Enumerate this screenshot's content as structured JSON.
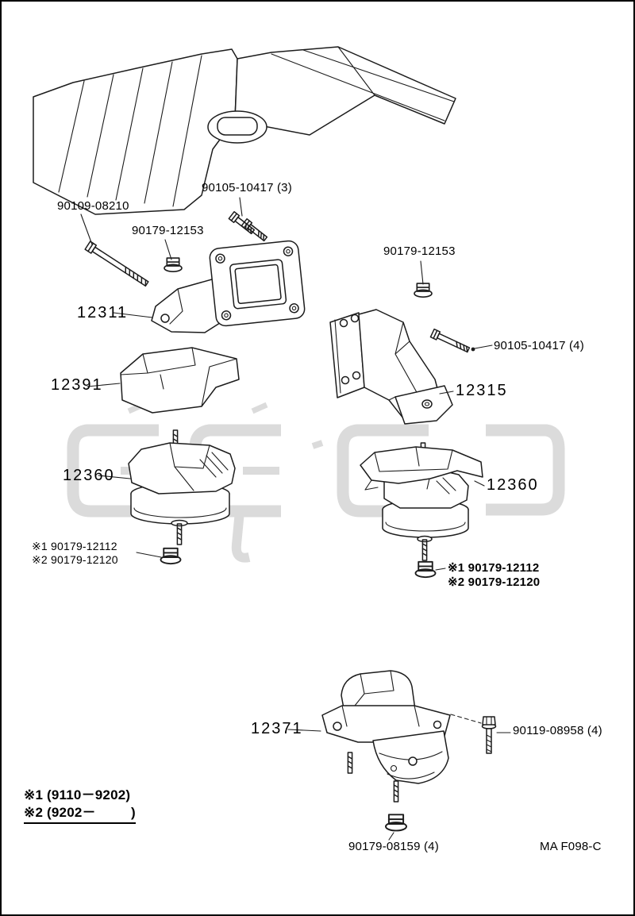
{
  "page": {
    "footer_code": "MA F098-C"
  },
  "legend": {
    "note1": "※1 (9110－9202)",
    "note2": "※2 (9202－         )"
  },
  "labels": {
    "bolt_cover": "90105-10417 (3)",
    "bolt_long": "90109-08210",
    "nut_bracket_left": "90179-12153",
    "part_12311": "12311",
    "nut_bracket_right": "90179-12153",
    "bolt_bracket_right": "90105-10417 (4)",
    "part_12315": "12315",
    "part_12391": "12391",
    "part_12360_left": "12360",
    "part_12360_right": "12360",
    "nut_left_alt1": "※1 90179-12112",
    "nut_left_alt2": "※2 90179-12120",
    "nut_right_alt1": "※1 90179-12112",
    "nut_right_alt2": "※2 90179-12120",
    "part_12371": "12371",
    "bolt_rear": "90119-08958 (4)",
    "nut_rear": "90179-08159 (4)"
  },
  "icons": {
    "watermark": "distributor-logo-watermark"
  },
  "colors": {
    "ink": "#1c1c1c",
    "watermark": "#dbdbdb",
    "background": "#ffffff"
  }
}
